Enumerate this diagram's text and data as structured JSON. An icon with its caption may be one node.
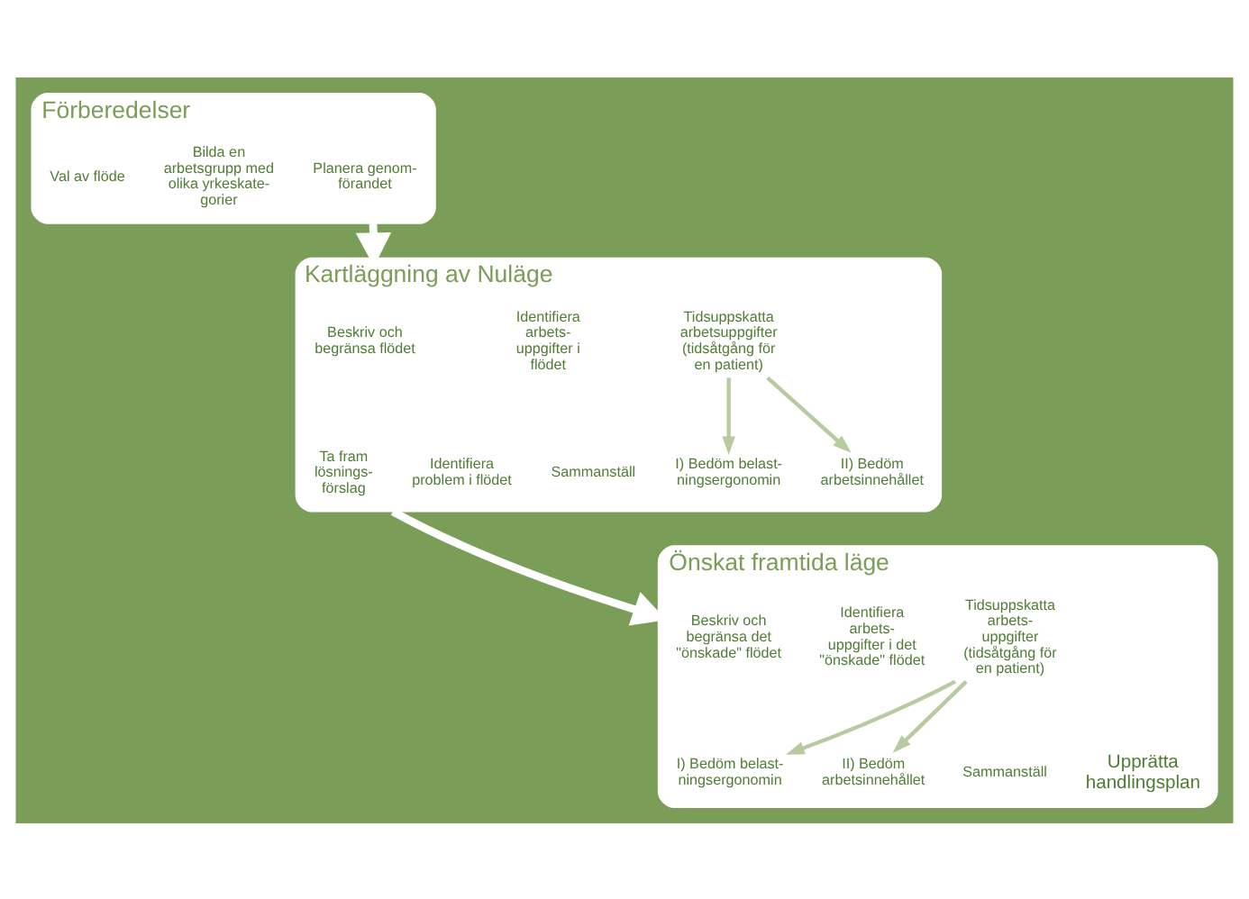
{
  "diagram": {
    "nodes": [
      {
        "text": [
          "Förberedelser"
        ]
      },
      {
        "text": [
          "Val av flöde"
        ],
        "in": 0
      },
      {
        "text": [
          "Bilda en arbetsgrupp med olika yrkeskate- gorier"
        ],
        "in": 0
      },
      {
        "text": [
          "Planera genom- förandet"
        ],
        "in": 0
      },
      {
        "text": [
          "Kartläggning av Nuläge"
        ]
      },
      {
        "text": [
          "Beskriv och begränsa flödet"
        ],
        "in": 4
      },
      {
        "text": [
          "Identifiera arbets- uppgifter i flödet"
        ],
        "in": 4
      },
      {
        "text": [
          "Tidsuppskatta arbetsuppgifter (tidsåtgång för en patient)"
        ],
        "in": 4
      },
      {
        "text": [
          "I) Bedöm belast- ningsergonomin"
        ],
        "in": 4
      },
      {
        "text": [
          "II) Bedöm arbetsinnehållet"
        ],
        "in": 4
      },
      {
        "text": [
          "Sammanställ"
        ],
        "in": 4
      },
      {
        "text": [
          "Identifiera problem i flödet"
        ],
        "in": 4
      },
      {
        "text": [
          "Ta fram lösnings- förslag"
        ],
        "in": 4
      },
      {
        "text": [
          "Önskat framtida läge"
        ]
      },
      {
        "text": [
          "Beskriv och begränsa det \"önskade\" flödet"
        ],
        "in": 13
      },
      {
        "text": [
          "Identifiera arbets- uppgifter i det \"önskade\" flödet"
        ],
        "in": 13
      },
      {
        "text": [
          "Tidsuppskatta arbets- uppgifter (tidsåtgång för en patient)"
        ],
        "in": 13
      },
      {
        "text": [
          "I) Bedöm belast- ningsergonomin"
        ],
        "in": 13
      },
      {
        "text": [
          "II) Bedöm arbetsinnehållet"
        ],
        "in": 13
      },
      {
        "text": [
          "Sammanställ"
        ],
        "in": 13
      },
      {
        "text": [
          "Upprätta handlingsplan"
        ],
        "in": 13
      }
    ],
    "edges": [
      {
        "from": 0,
        "to": 4,
        "arrow": "to",
        "style": "thick",
        "color": "#ffffff"
      },
      {
        "from": 4,
        "to": 13,
        "arrow": "to",
        "style": "thick",
        "color": "#ffffff"
      },
      {
        "from": 7,
        "to": 8,
        "arrow": "to"
      },
      {
        "from": 7,
        "to": 9,
        "arrow": "to"
      },
      {
        "from": 16,
        "to": 17,
        "arrow": "to"
      },
      {
        "from": 16,
        "to": 18,
        "arrow": "to"
      }
    ]
  }
}
